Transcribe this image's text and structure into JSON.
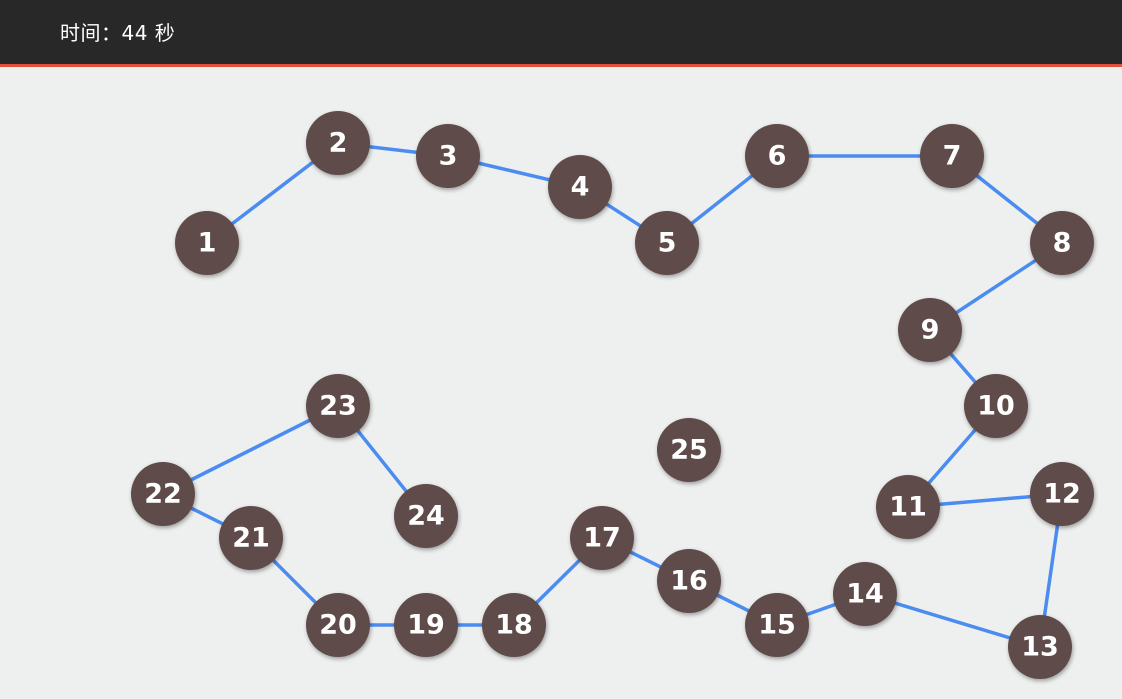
{
  "header": {
    "timer_text": "时间：44 秒"
  },
  "colors": {
    "top_bar": "#282828",
    "top_bar_accent": "#e0503c",
    "background": "#eef0f0",
    "node_fill": "#5e4c48",
    "node_text": "#ffffff",
    "connection_line": "#4a8cf0"
  },
  "nodes": [
    {
      "label": "1"
    },
    {
      "label": "2"
    },
    {
      "label": "3"
    },
    {
      "label": "4"
    },
    {
      "label": "5"
    },
    {
      "label": "6"
    },
    {
      "label": "7"
    },
    {
      "label": "8"
    },
    {
      "label": "9"
    },
    {
      "label": "10"
    },
    {
      "label": "11"
    },
    {
      "label": "12"
    },
    {
      "label": "13"
    },
    {
      "label": "14"
    },
    {
      "label": "15"
    },
    {
      "label": "16"
    },
    {
      "label": "17"
    },
    {
      "label": "18"
    },
    {
      "label": "19"
    },
    {
      "label": "20"
    },
    {
      "label": "21"
    },
    {
      "label": "22"
    },
    {
      "label": "23"
    },
    {
      "label": "24"
    },
    {
      "label": "25"
    }
  ],
  "connections": [
    [
      "1",
      "2"
    ],
    [
      "2",
      "3"
    ],
    [
      "3",
      "4"
    ],
    [
      "4",
      "5"
    ],
    [
      "5",
      "6"
    ],
    [
      "6",
      "7"
    ],
    [
      "7",
      "8"
    ],
    [
      "8",
      "9"
    ],
    [
      "9",
      "10"
    ],
    [
      "10",
      "11"
    ],
    [
      "11",
      "12"
    ],
    [
      "12",
      "13"
    ],
    [
      "13",
      "14"
    ],
    [
      "14",
      "15"
    ],
    [
      "15",
      "16"
    ],
    [
      "16",
      "17"
    ],
    [
      "17",
      "18"
    ],
    [
      "18",
      "19"
    ],
    [
      "19",
      "20"
    ],
    [
      "20",
      "21"
    ],
    [
      "21",
      "22"
    ],
    [
      "22",
      "23"
    ],
    [
      "23",
      "24"
    ]
  ]
}
